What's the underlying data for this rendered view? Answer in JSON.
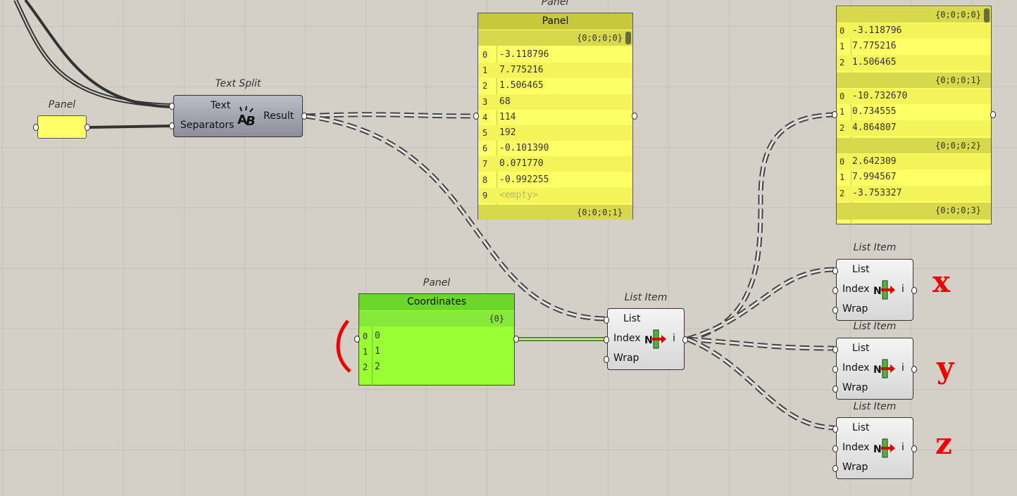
{
  "text_split": {
    "caption": "Text Split",
    "inputs": [
      "Text",
      "Separators"
    ],
    "output": "Result"
  },
  "small_panel": {
    "caption": "Panel"
  },
  "main_panel": {
    "caption": "Panel",
    "title": "Panel",
    "path_top": "{0;0;0;0}",
    "path_bottom": "{0;0;0;1}",
    "rows": [
      {
        "i": "0",
        "v": "-3.118796"
      },
      {
        "i": "1",
        "v": "7.775216"
      },
      {
        "i": "2",
        "v": "1.506465"
      },
      {
        "i": "3",
        "v": "68"
      },
      {
        "i": "4",
        "v": "114"
      },
      {
        "i": "5",
        "v": "192"
      },
      {
        "i": "6",
        "v": "-0.101390"
      },
      {
        "i": "7",
        "v": "0.071770"
      },
      {
        "i": "8",
        "v": "-0.992255"
      },
      {
        "i": "9",
        "v": "<empty>"
      }
    ]
  },
  "right_panel": {
    "branches": [
      {
        "path": "{0;0;0;0}",
        "rows": [
          {
            "i": "0",
            "v": "-3.118796"
          },
          {
            "i": "1",
            "v": "7.775216"
          },
          {
            "i": "2",
            "v": "1.506465"
          }
        ]
      },
      {
        "path": "{0;0;0;1}",
        "rows": [
          {
            "i": "0",
            "v": "-10.732670"
          },
          {
            "i": "1",
            "v": "0.734555"
          },
          {
            "i": "2",
            "v": "4.864807"
          }
        ]
      },
      {
        "path": "{0;0;0;2}",
        "rows": [
          {
            "i": "0",
            "v": "2.642309"
          },
          {
            "i": "1",
            "v": "7.994567"
          },
          {
            "i": "2",
            "v": "-3.753327"
          }
        ]
      }
    ],
    "path_last": "{0;0;0;3}"
  },
  "coord_panel": {
    "caption": "Panel",
    "title": "Coordinates",
    "path": "{0}",
    "rows": [
      {
        "i": "0",
        "v": "0"
      },
      {
        "i": "1",
        "v": "1"
      },
      {
        "i": "2",
        "v": "2"
      }
    ]
  },
  "list_item": {
    "caption": "List Item",
    "inputs": [
      "List",
      "Index",
      "Wrap"
    ],
    "output": "i"
  },
  "annotations": [
    "x",
    "y",
    "z"
  ],
  "colors": {
    "canvas": "#d4d0c8",
    "panel_yellow": "#ffff66",
    "panel_green": "#99ff33",
    "annotation_red": "#e00000"
  }
}
